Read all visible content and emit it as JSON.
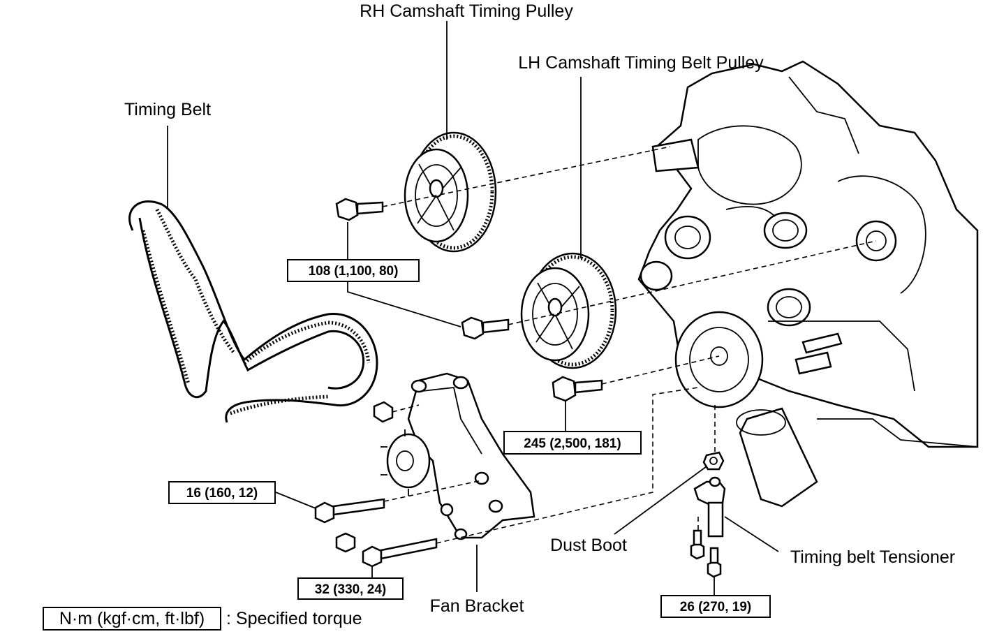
{
  "labels": {
    "rh_pulley": "RH Camshaft Timing Pulley",
    "lh_pulley": "LH Camshaft Timing Belt Pulley",
    "timing_belt": "Timing Belt",
    "dust_boot": "Dust Boot",
    "tensioner": "Timing belt Tensioner",
    "fan_bracket": "Fan Bracket"
  },
  "torques": {
    "cam_bolts": "108 (1,100, 80)",
    "crank_bolt": "245 (2,500, 181)",
    "bracket_bolt_upper": "16 (160, 12)",
    "bracket_bolt_lower": "32 (330, 24)",
    "tensioner_bolts": "26 (270, 19)"
  },
  "legend": {
    "unit_box": "N·m (kgf·cm, ft·lbf)",
    "description": ": Specified torque"
  }
}
